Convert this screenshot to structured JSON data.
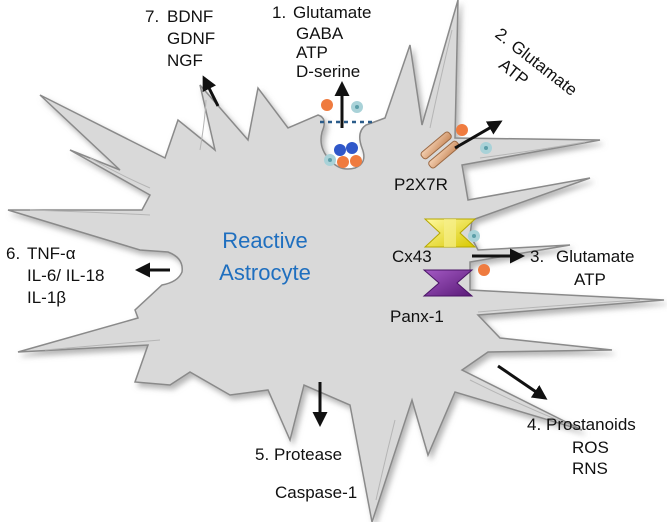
{
  "cell": {
    "title_line1": "Reactive",
    "title_line2": "Astrocyte",
    "title_color": "#1f6fbf",
    "body_fill": "#d9d9d9",
    "outline_color": "#8a8a8a"
  },
  "channels": {
    "p2x7r": {
      "label": "P2X7R",
      "color": "#e7b48f"
    },
    "cx43": {
      "label": "Cx43",
      "color": "#f2ea1a"
    },
    "panx1": {
      "label": "Panx-1",
      "color": "#7b2c9b"
    }
  },
  "particles": {
    "orange": "#ef7b3f",
    "teal": "#a9d2d8",
    "blue": "#2f57c9"
  },
  "releases": {
    "r1": {
      "number": "1.",
      "items": [
        "Glutamate",
        "GABA",
        "ATP",
        "D-serine"
      ]
    },
    "r2": {
      "number": "2.",
      "items": [
        "Glutamate",
        "ATP"
      ]
    },
    "r3": {
      "number": "3.",
      "items": [
        "Glutamate",
        "ATP"
      ]
    },
    "r4": {
      "number": "4.",
      "items": [
        "Prostanoids",
        "ROS",
        "RNS"
      ]
    },
    "r5": {
      "number": "5.",
      "items": [
        "Protease",
        "Caspase-1"
      ]
    },
    "r6": {
      "number": "6.",
      "items": [
        "TNF-α",
        "IL-6/ IL-18",
        "IL-1β"
      ]
    },
    "r7": {
      "number": "7.",
      "items": [
        "BDNF",
        "GDNF",
        "NGF"
      ]
    }
  }
}
